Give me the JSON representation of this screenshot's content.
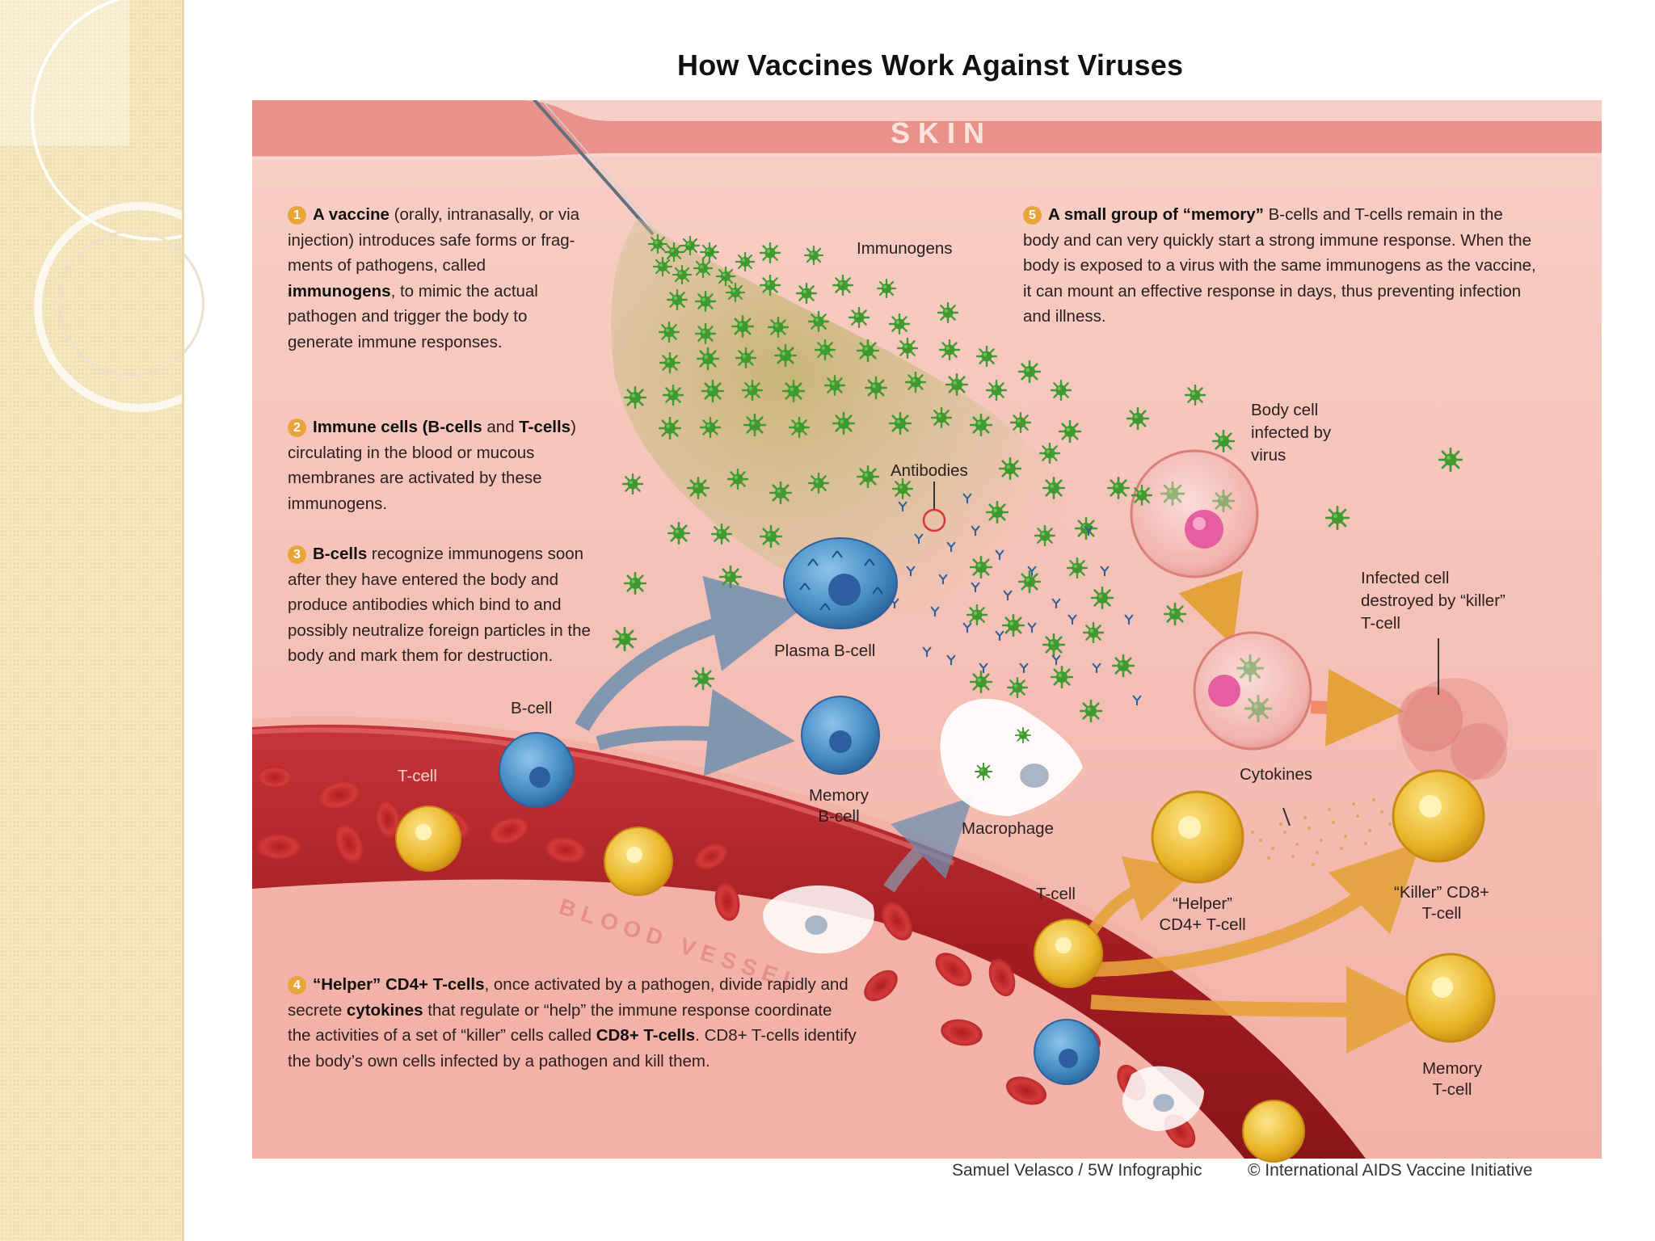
{
  "title": "How Vaccines Work Against Viruses",
  "regions": {
    "skin": "S K I N",
    "blood_vessel": "BLOOD VESSEL"
  },
  "steps": [
    {
      "number": "1",
      "parts": [
        [
          "A vaccine",
          true
        ],
        [
          " (orally, intranasally, or via injection) introduces safe forms or frag- ments of pathogens, called ",
          false
        ],
        [
          "immunogens",
          true
        ],
        [
          ", to mimic the actual pathogen and trigger the body to generate immune responses.",
          false
        ]
      ]
    },
    {
      "number": "2",
      "parts": [
        [
          "Immune cells (B-cells",
          true
        ],
        [
          " and ",
          false
        ],
        [
          "T-cells",
          true
        ],
        [
          ") circulating in the blood or mucous membranes are activated by these immunogens.",
          false
        ]
      ]
    },
    {
      "number": "3",
      "parts": [
        [
          "B-cells",
          true
        ],
        [
          " recognize immunogens soon after they have entered the body and produce antibodies which bind to and possibly neutralize foreign particles in the body and mark them for destruction.",
          false
        ]
      ]
    },
    {
      "number": "4",
      "parts": [
        [
          "“Helper” CD4+ T-cells",
          true
        ],
        [
          ", once activated by a pathogen, divide rapidly and secrete ",
          false
        ],
        [
          "cytokines",
          true
        ],
        [
          " that regulate or “help” the immune response coordinate the activities of a set of “killer” cells called ",
          false
        ],
        [
          "CD8+ T-cells",
          true
        ],
        [
          ". CD8+ T-cells identify the body’s own cells infected by a pathogen and kill them.",
          false
        ]
      ]
    },
    {
      "number": "5",
      "parts": [
        [
          "A small group of “memory”",
          true
        ],
        [
          " B-cells and T-cells remain in the body and can very quickly start a strong immune response. When the body is exposed to a virus with the same immunogens as the vaccine, it can mount an effective response in days, thus preventing infection and illness.",
          false
        ]
      ]
    }
  ],
  "labels": {
    "immunogens": "Immunogens",
    "antibodies": "Antibodies",
    "plasma_b_cell": "Plasma B-cell",
    "b_cell": "B-cell",
    "t_cell_vessel": "T-cell",
    "memory_b_cell": "Memory B-cell",
    "macrophage": "Macrophage",
    "body_cell_infected": "Body cell infected by virus",
    "infected_cell_destroyed": "Infected cell destroyed by “killer” T-cell",
    "cytokines": "Cytokines",
    "t_cell": "T-cell",
    "helper_t_cell": "“Helper” CD4+ T-cell",
    "killer_t_cell": "“Killer” CD8+ T-cell",
    "memory_t_cell": "Memory T-cell"
  },
  "credits": {
    "left": "Samuel Velasco / 5W Infographic",
    "right": "© International AIDS Vaccine Initiative"
  },
  "colors": {
    "skin_band": "#e9928a",
    "tissue": "#f6c0b6",
    "vessel": "#b4262a",
    "immunogen": "#3f9a30",
    "b_cell": "#3f86c0",
    "t_cell": "#e8b425",
    "step_badge": "#e9a53a"
  }
}
